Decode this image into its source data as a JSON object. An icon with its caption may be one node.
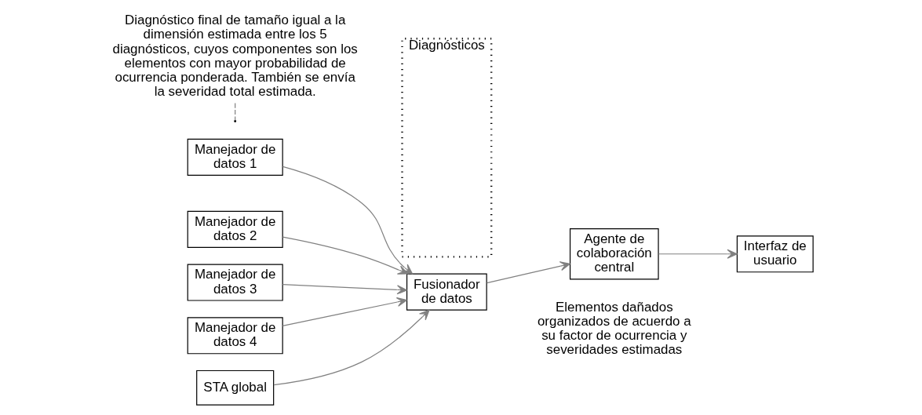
{
  "diagram": {
    "nodes": [
      {
        "text": [
          "Manejador de datos 1"
        ]
      },
      {
        "text": [
          "Manejador de datos 2"
        ]
      },
      {
        "text": [
          "Manejador de datos 3"
        ]
      },
      {
        "text": [
          "Manejador de datos 4"
        ]
      },
      {
        "text": [
          "STA global"
        ]
      },
      {
        "text": [
          "Diagnósticos"
        ]
      },
      {
        "text": [
          "Fusionador de datos"
        ]
      },
      {
        "text": [
          "Agente de colaboración central"
        ]
      },
      {
        "text": [
          "Interfaz de usuario"
        ]
      },
      {
        "text": [
          "Diagnóstico final de tamaño igual a la dimensión estimada entre los 5 diagnósticos, cuyos componentes son los elementos con mayor probabilidad de ocurrencia ponderada. También se envía la severidad total estimada."
        ]
      }
    ],
    "edges": [
      {
        "from": 0,
        "to": 6,
        "arrow": "to"
      },
      {
        "from": 1,
        "to": 6,
        "arrow": "to"
      },
      {
        "from": 2,
        "to": 6,
        "arrow": "to"
      },
      {
        "from": 3,
        "to": 6,
        "arrow": "to"
      },
      {
        "from": 4,
        "to": 6,
        "arrow": "to"
      },
      {
        "from": 6,
        "to": 7,
        "arrow": "to"
      },
      {
        "from": 7,
        "to": 8,
        "arrow": "to"
      },
      {
        "from": 9,
        "to": null,
        "arrow": "none",
        "style": "dashed"
      }
    ],
    "labels": [
      "Elementos dañados organizados de acuerdo a su factor de ocurrencia y severidades estimadas"
    ]
  }
}
